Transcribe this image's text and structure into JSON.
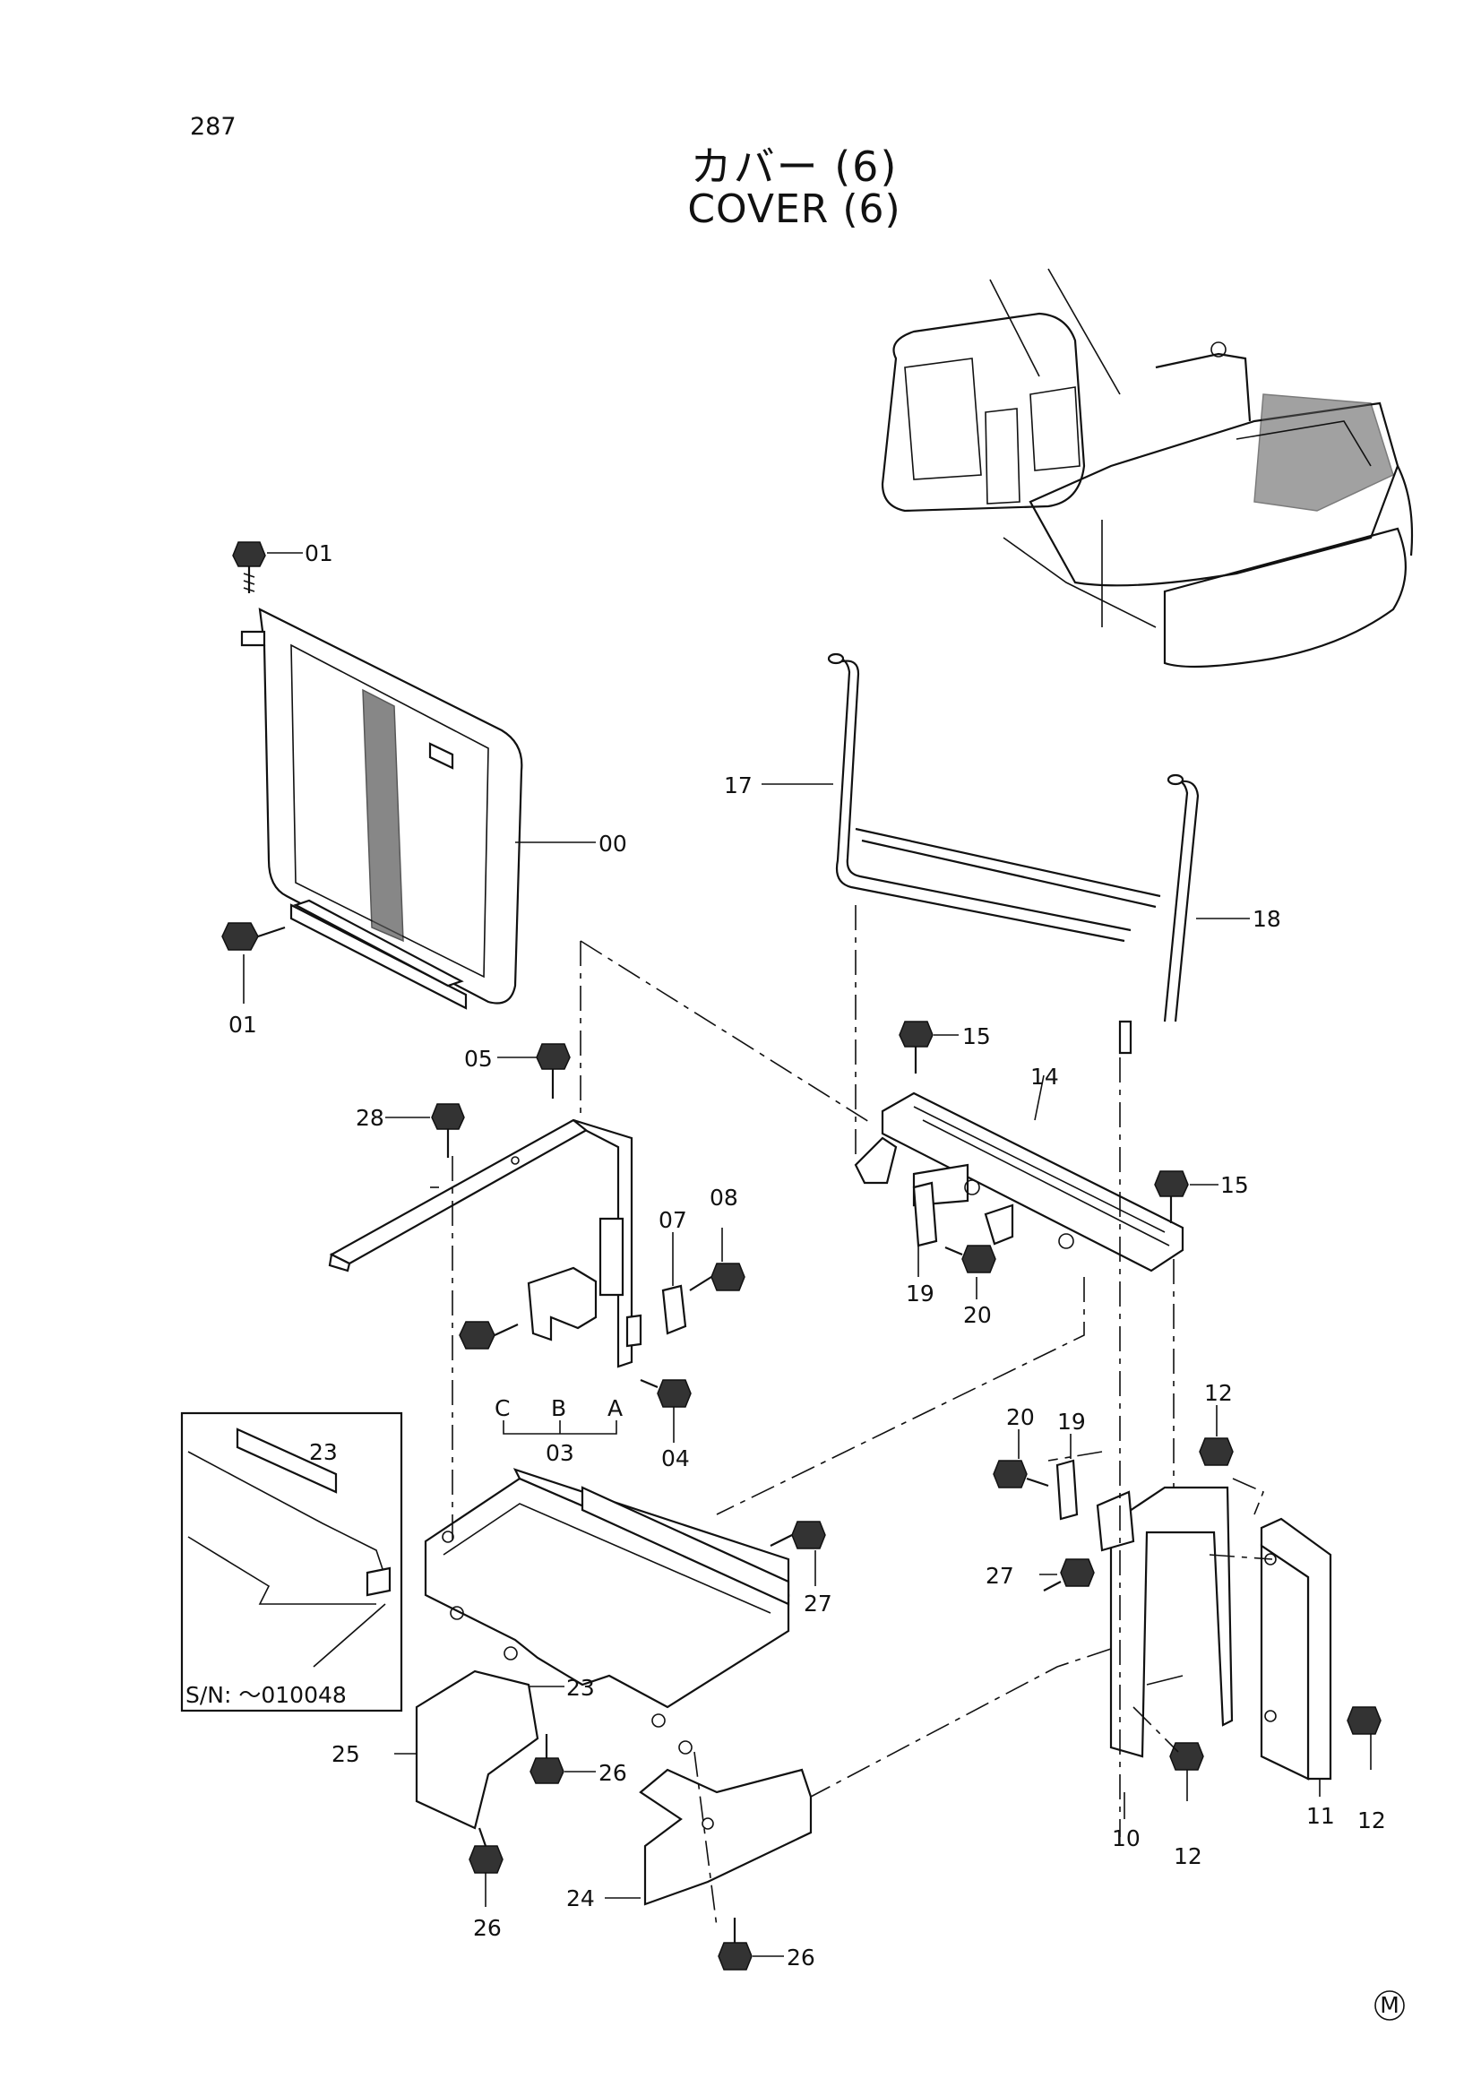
{
  "page_number": "287",
  "title_jp": "カバー (6)",
  "title_en": "COVER (6)",
  "inset_serial": "S/N: ～010048",
  "footer_mark": "M",
  "labels": {
    "l00": "00",
    "l01a": "01",
    "l01b": "01",
    "l03": "03",
    "l04": "04",
    "l05": "05",
    "l07": "07",
    "l08": "08",
    "l10": "10",
    "l11": "11",
    "l12a": "12",
    "l12b": "12",
    "l12c": "12",
    "l14": "14",
    "l15a": "15",
    "l15b": "15",
    "l17": "17",
    "l18": "18",
    "l19a": "19",
    "l19b": "19",
    "l20a": "20",
    "l20b": "20",
    "l23a": "23",
    "l23b": "23",
    "l24": "24",
    "l25": "25",
    "l26a": "26",
    "l26b": "26",
    "l26c": "26",
    "l27a": "27",
    "l27b": "27",
    "l28": "28",
    "lA": "A",
    "lB": "B",
    "lC": "C"
  }
}
